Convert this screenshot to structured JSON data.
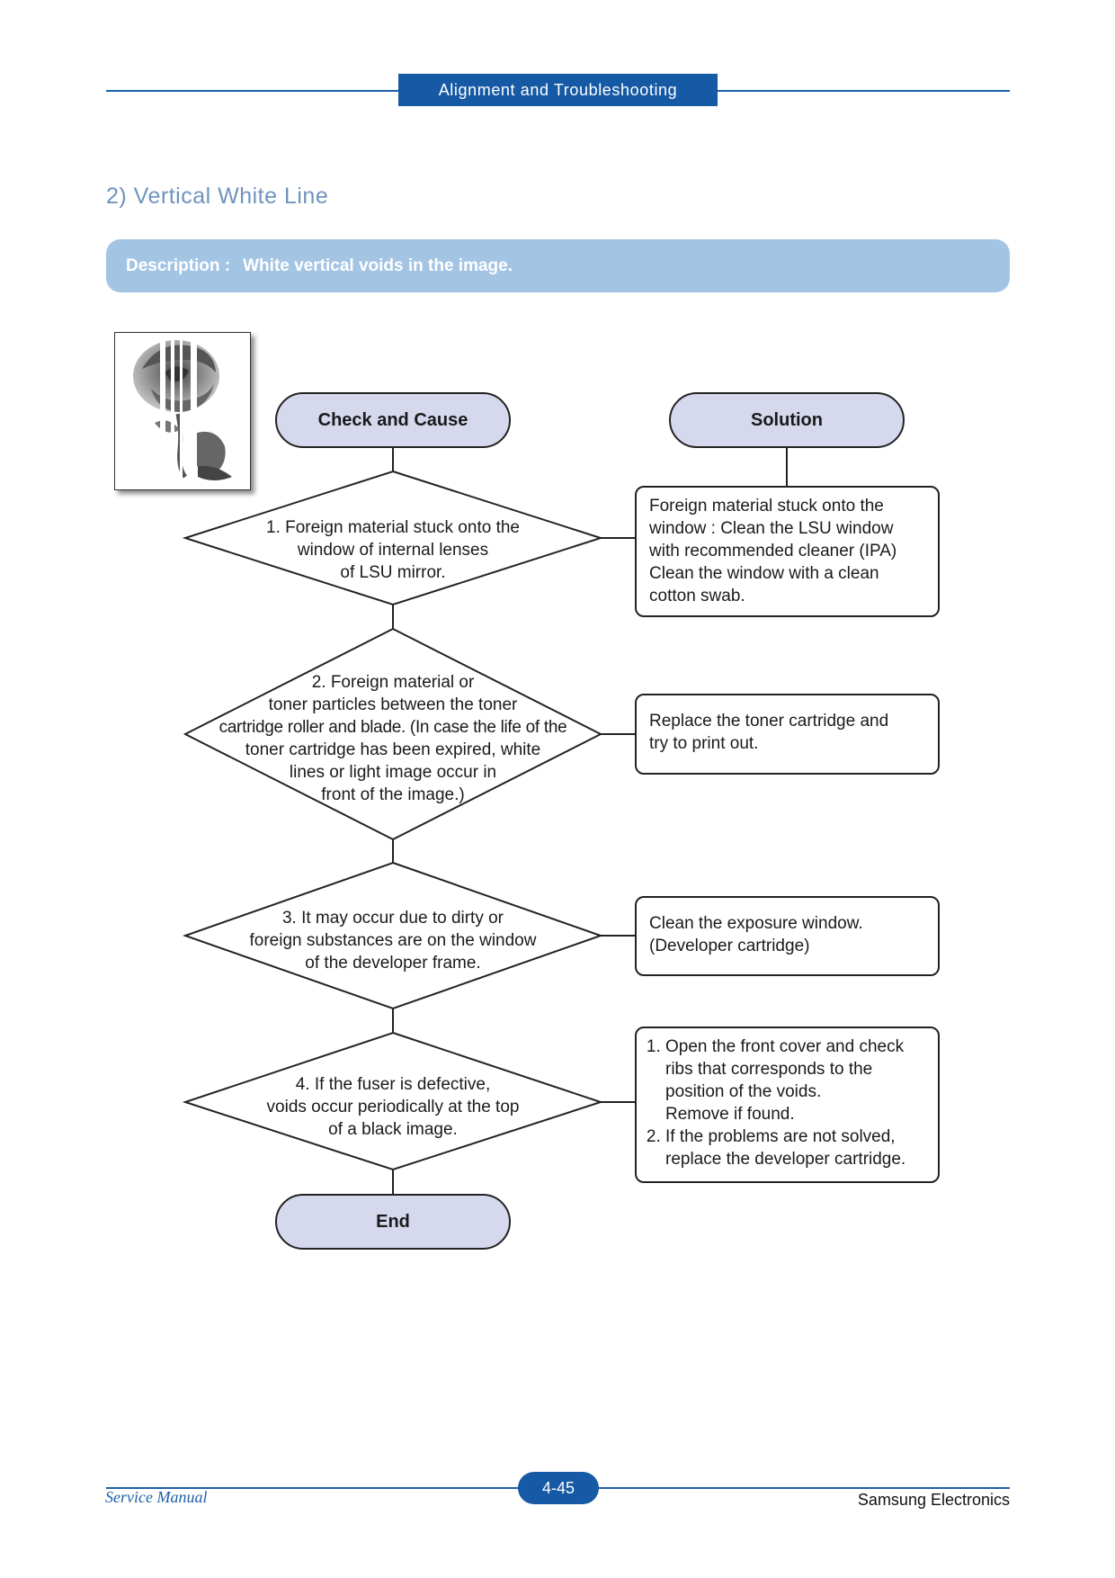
{
  "header": {
    "title": "Alignment and Troubleshooting"
  },
  "section": {
    "title": "2) Vertical White Line"
  },
  "description": {
    "label": "Description :",
    "text": "White vertical voids in the image."
  },
  "flow": {
    "check_header": "Check and Cause",
    "solution_header": "Solution",
    "end_label": "End",
    "steps": [
      {
        "cause_lines": [
          "1. Foreign material stuck onto the",
          "window of internal lenses",
          "of LSU mirror."
        ],
        "solution_lines": [
          "Foreign material stuck onto the",
          "window : Clean the LSU window",
          "with recommended cleaner (IPA)",
          "Clean the window with a clean",
          "cotton swab."
        ]
      },
      {
        "cause_lines": [
          "2. Foreign material or",
          "toner particles between the toner",
          "cartridge roller and blade. (In case the life of the",
          "toner cartridge has been expired, white",
          "lines or light image occur in",
          "front of the image.)"
        ],
        "solution_lines": [
          "Replace the toner cartridge and",
          "try to print out."
        ]
      },
      {
        "cause_lines": [
          "3. It may occur due to dirty or",
          "foreign substances are on the window",
          "of the developer frame."
        ],
        "solution_lines": [
          "Clean the exposure window.",
          "(Developer cartridge)"
        ]
      },
      {
        "cause_lines": [
          "4. If the fuser is defective,",
          "voids occur periodically at the top",
          "of a black image."
        ],
        "solution_items": [
          [
            "Open the front cover and check",
            "ribs that corresponds to the",
            "position of the voids.",
            "Remove if found."
          ],
          [
            "If the problems are not solved,",
            "replace the developer cartridge."
          ]
        ]
      }
    ]
  },
  "footer": {
    "left": "Service Manual",
    "page": "4-45",
    "right": "Samsung Electronics"
  },
  "colors": {
    "brand_blue": "#1659a4",
    "desc_bar": "#a3c4e3",
    "pill_fill": "#d6d8ee",
    "title_blue": "#6f93bd"
  }
}
